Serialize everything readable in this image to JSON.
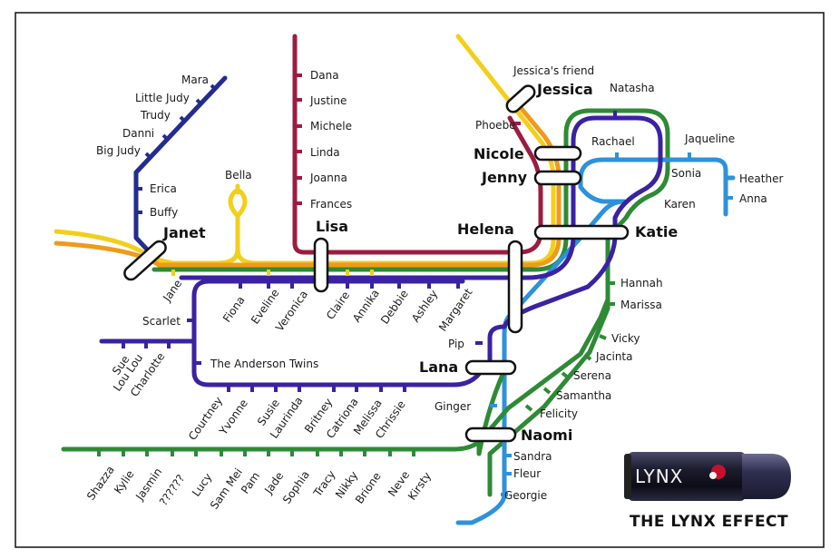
{
  "colors": {
    "yellow": "#f2cf1a",
    "red": "#9c1c3f",
    "orange": "#ef9a1c",
    "green": "#2f8a36",
    "purple": "#3a22a2",
    "navy": "#232c8f",
    "blue": "#2d92da"
  },
  "interchanges": {
    "janet": "Janet",
    "lisa": "Lisa",
    "helena": "Helena",
    "lana": "Lana",
    "naomi": "Naomi",
    "katie": "Katie",
    "nicole": "Nicole",
    "jenny": "Jenny",
    "jessica": "Jessica"
  },
  "stations": {
    "top_left_branch": [
      "Mara",
      "Little Judy",
      "Trudy",
      "Danni",
      "Big Judy",
      "Erica",
      "Buffy"
    ],
    "bella": "Bella",
    "red_branch": [
      "Dana",
      "Justine",
      "Michele",
      "Linda",
      "Joanna",
      "Frances"
    ],
    "jessicas_friend": "Jessica's friend",
    "phoebe": "Phoebe",
    "natasha": "Natasha",
    "rachael": "Rachael",
    "jaqueline": "Jaqueline",
    "sonia": "Sonia",
    "heather": "Heather",
    "anna": "Anna",
    "karen": "Karen",
    "main_line": [
      "Jane",
      "Fiona",
      "Eveline",
      "Veronica",
      "Claire",
      "Annika",
      "Debbie",
      "Ashley",
      "Margaret"
    ],
    "scarlet": "Scarlet",
    "west_branch": [
      "Sue",
      "Lou Lou",
      "Charlotte"
    ],
    "anderson": "The Anderson Twins",
    "loop_bottom": [
      "Courtney",
      "Yvonne",
      "Susie",
      "Laurinda",
      "Britney",
      "Catriona",
      "Melissa",
      "Chrissie"
    ],
    "pip": "Pip",
    "ginger": "Ginger",
    "east_green": [
      "Hannah",
      "Marissa",
      "Vicky",
      "Jacinta",
      "Serena",
      "Samantha",
      "Felicity"
    ],
    "blue_south": [
      "Sandra",
      "Fleur",
      "Georgie"
    ],
    "bottom_line": [
      "Shazza",
      "Kylie",
      "Jasmin",
      "??????",
      "Lucy",
      "Sam Mei",
      "Pam",
      "Jade",
      "Sophia",
      "Tracy",
      "Nikky",
      "Brione",
      "Neve",
      "Kirsty"
    ]
  },
  "ad": {
    "logo_text": "LYNX",
    "slogan": "THE LYNX EFFECT"
  }
}
